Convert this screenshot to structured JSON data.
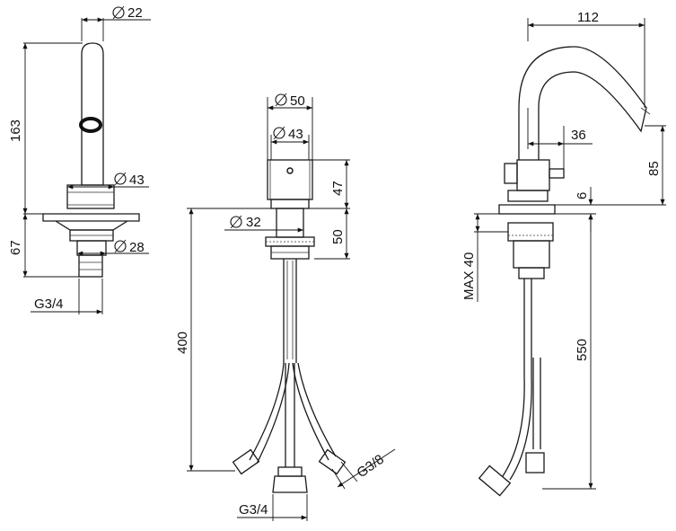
{
  "drawing": {
    "left_view": {
      "dia_spout": "22",
      "dia_body": "43",
      "dia_shank": "28",
      "height": "163",
      "below_deck": "67",
      "thread": "G3/4"
    },
    "middle_view": {
      "dia_top": "50",
      "dia_body": "43",
      "dia_base": "32",
      "height_upper": "47",
      "height_lower": "50",
      "hose_length": "400",
      "thread_hose": "G3/8",
      "thread_main": "G3/4"
    },
    "right_view": {
      "reach": "112",
      "handle": "36",
      "outlet_height": "85",
      "deck_gap": "6",
      "max_deck": "MAX 40",
      "hose_length": "550"
    }
  }
}
